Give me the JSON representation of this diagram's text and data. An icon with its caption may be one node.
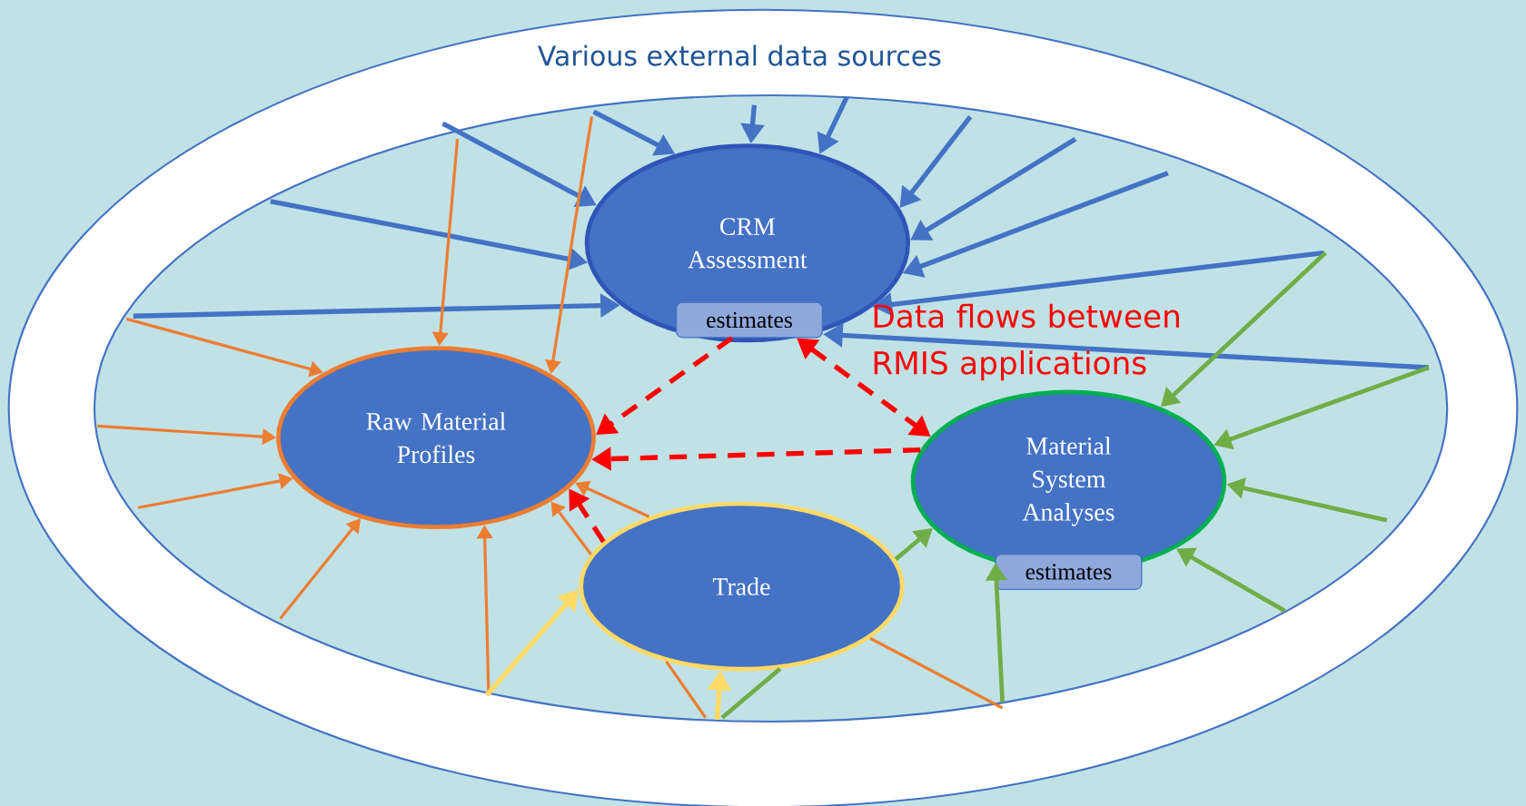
{
  "diagram": {
    "nodes": [
      {
        "text": [
          "Various external data sources"
        ]
      },
      {
        "text": [],
        "shape": "ellipse",
        "in": 0
      },
      {
        "text": [
          "CRM Assessment"
        ],
        "in": 1
      },
      {
        "text": [
          "estimates"
        ],
        "in": 2
      },
      {
        "text": [
          "Raw Material Profiles"
        ],
        "in": 1
      },
      {
        "text": [
          "Material System Analyses"
        ],
        "in": 1
      },
      {
        "text": [
          "estimates"
        ],
        "in": 1
      },
      {
        "text": [
          "Trade"
        ],
        "in": 1
      }
    ],
    "edges": [
      {
        "from": null,
        "to": 2,
        "arrow": "to"
      },
      {
        "from": null,
        "to": 2,
        "arrow": "to"
      },
      {
        "from": null,
        "to": 2,
        "arrow": "to"
      },
      {
        "from": null,
        "to": 2,
        "arrow": "to"
      },
      {
        "from": null,
        "to": 2,
        "arrow": "to"
      },
      {
        "from": null,
        "to": 2,
        "arrow": "to"
      },
      {
        "from": null,
        "to": 2,
        "arrow": "to"
      },
      {
        "from": null,
        "to": 2,
        "arrow": "to"
      },
      {
        "from": null,
        "to": 2,
        "arrow": "to"
      },
      {
        "from": null,
        "to": 2,
        "arrow": "to"
      },
      {
        "from": null,
        "to": 3,
        "arrow": "to"
      },
      {
        "from": null,
        "to": 4,
        "arrow": "to",
        "color": "#ed7d31"
      },
      {
        "from": null,
        "to": 4,
        "arrow": "to",
        "color": "#ed7d31"
      },
      {
        "from": null,
        "to": 4,
        "arrow": "to",
        "color": "#ed7d31"
      },
      {
        "from": null,
        "to": 4,
        "arrow": "to",
        "color": "#ed7d31"
      },
      {
        "from": null,
        "to": 4,
        "arrow": "to",
        "color": "#ed7d31"
      },
      {
        "from": null,
        "to": 4,
        "arrow": "to",
        "color": "#ed7d31"
      },
      {
        "from": null,
        "to": 4,
        "arrow": "to",
        "color": "#ed7d31"
      },
      {
        "from": null,
        "to": 4,
        "arrow": "to",
        "color": "#ed7d31"
      },
      {
        "from": null,
        "to": 4,
        "arrow": "to",
        "color": "#ed7d31"
      },
      {
        "from": null,
        "to": 5,
        "arrow": "to",
        "color": "#70ad47"
      },
      {
        "from": null,
        "to": 5,
        "arrow": "to",
        "color": "#70ad47"
      },
      {
        "from": null,
        "to": 5,
        "arrow": "to",
        "color": "#70ad47"
      },
      {
        "from": null,
        "to": 5,
        "arrow": "to",
        "color": "#70ad47"
      },
      {
        "from": null,
        "to": 5,
        "arrow": "to",
        "color": "#70ad47"
      },
      {
        "from": null,
        "to": 5,
        "arrow": "to",
        "color": "#70ad47"
      },
      {
        "from": null,
        "to": 7,
        "arrow": "to",
        "color": "#ffd966"
      },
      {
        "from": null,
        "to": 7,
        "arrow": "to",
        "color": "#ffd966"
      },
      {
        "from": 3,
        "to": 4,
        "arrow": "to",
        "style": "dashed",
        "color": "#ff0000"
      },
      {
        "from": 3,
        "to": 5,
        "arrow": "both",
        "style": "dashed",
        "color": "#ff0000"
      },
      {
        "from": 5,
        "to": 4,
        "arrow": "to",
        "style": "dashed",
        "color": "#ff0000"
      },
      {
        "from": 7,
        "to": 4,
        "arrow": "to",
        "style": "dashed",
        "color": "#ff0000"
      }
    ],
    "labels": [
      "Data flows between RMIS applications"
    ]
  }
}
